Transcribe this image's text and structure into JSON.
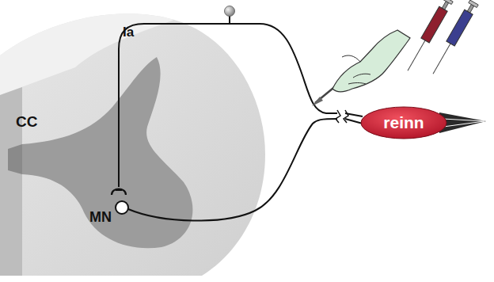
{
  "diagram": {
    "nodes": [
      {
        "text": [
          "reinn"
        ]
      }
    ],
    "labels": [
      "Ia",
      "CC",
      "MN"
    ]
  }
}
